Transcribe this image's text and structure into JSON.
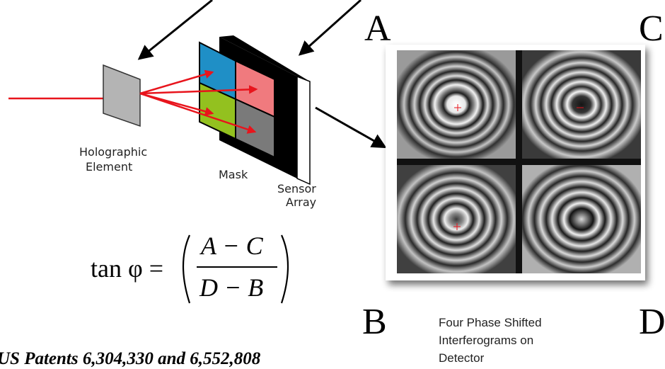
{
  "labels": {
    "holographic_line1": "Holographic",
    "holographic_line2": "Element",
    "mask": "Mask",
    "sensor_line1": "Sensor",
    "sensor_line2": "Array",
    "quad_a": "A",
    "quad_b": "B",
    "quad_c": "C",
    "quad_d": "D"
  },
  "formula": {
    "lhs": "tan φ =",
    "numerator": "A − C",
    "denominator": "D − B"
  },
  "caption": {
    "line1": "Four Phase Shifted",
    "line2": "Interferograms on",
    "line3": "Detector"
  },
  "footnote": "US Patents 6,304,330 and 6,552,808",
  "colors": {
    "beam": "#e8141c",
    "holo_element": "#b4b4b4",
    "mask_blue": "#1f8fc6",
    "mask_pink": "#f07a7e",
    "mask_green": "#93c11f",
    "mask_gray": "#7a7a7a",
    "sensor_face": "#ffffff",
    "sensor_body": "#000000"
  }
}
